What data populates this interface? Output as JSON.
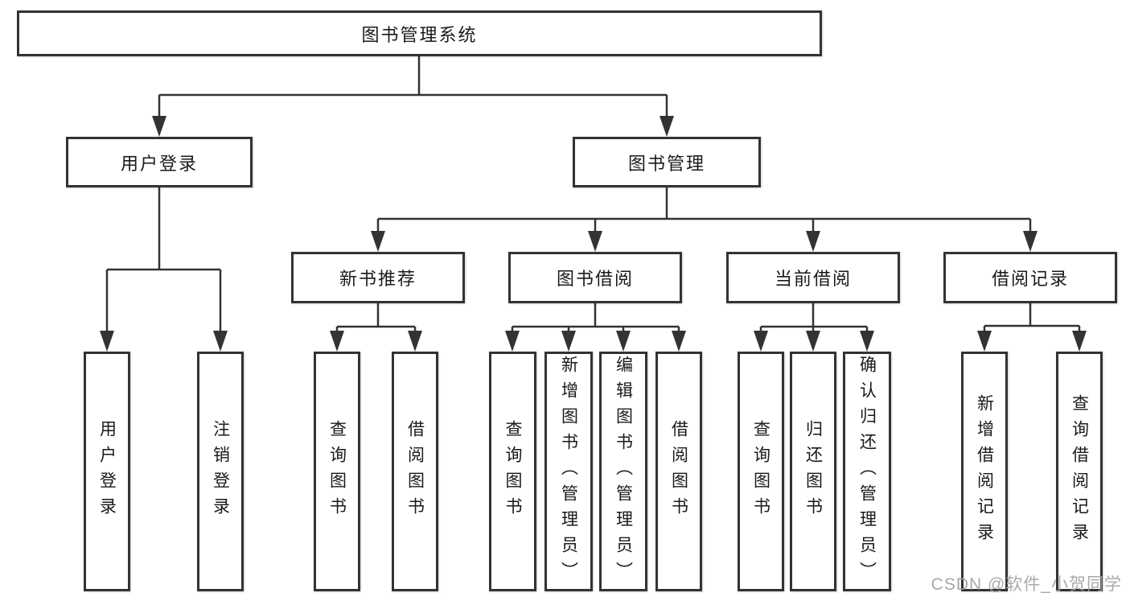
{
  "diagram": {
    "root": {
      "label": "图书管理系统"
    },
    "level2": [
      {
        "label": "用户登录"
      },
      {
        "label": "图书管理"
      }
    ],
    "level3": [
      {
        "label": "新书推荐",
        "parent": "图书管理"
      },
      {
        "label": "图书借阅",
        "parent": "图书管理"
      },
      {
        "label": "当前借阅",
        "parent": "图书管理"
      },
      {
        "label": "借阅记录",
        "parent": "图书管理"
      }
    ],
    "leaves": [
      {
        "label": "用户登录",
        "parent": "用户登录"
      },
      {
        "label": "注销登录",
        "parent": "用户登录"
      },
      {
        "label": "查询图书",
        "parent": "新书推荐"
      },
      {
        "label": "借阅图书",
        "parent": "新书推荐"
      },
      {
        "label": "查询图书",
        "parent": "图书借阅"
      },
      {
        "label": "新增图书（管理员）",
        "parent": "图书借阅"
      },
      {
        "label": "编辑图书（管理员）",
        "parent": "图书借阅"
      },
      {
        "label": "借阅图书",
        "parent": "图书借阅"
      },
      {
        "label": "查询图书",
        "parent": "当前借阅"
      },
      {
        "label": "归还图书",
        "parent": "当前借阅"
      },
      {
        "label": "确认归还（管理员）",
        "parent": "当前借阅"
      },
      {
        "label": "新增借阅记录",
        "parent": "借阅记录"
      },
      {
        "label": "查询借阅记录",
        "parent": "借阅记录"
      }
    ]
  },
  "watermark": {
    "text": "CSDN @软件_小贺同学"
  },
  "colors": {
    "line": "#333333",
    "box_border": "#333333",
    "text": "#1a1a1a",
    "watermark": "#a0a0a0",
    "background": "#ffffff"
  }
}
